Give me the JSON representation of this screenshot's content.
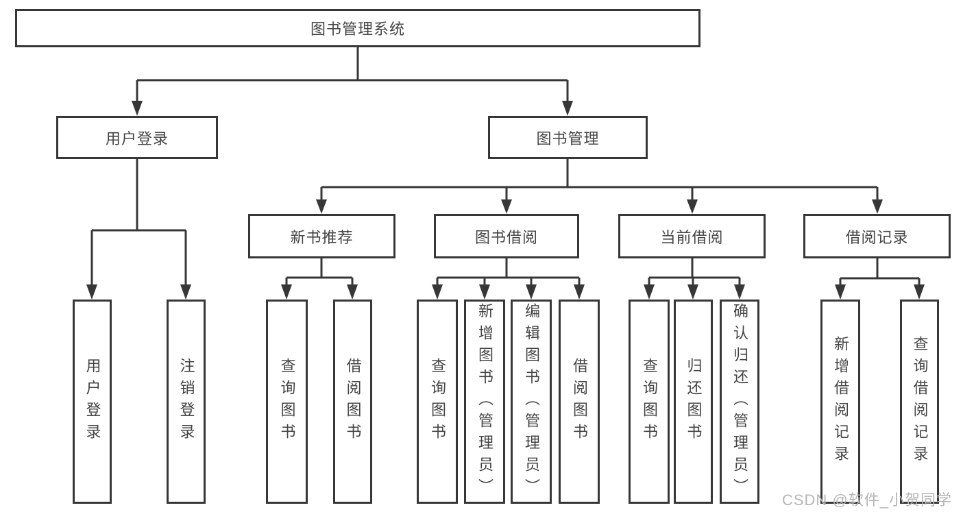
{
  "diagram": {
    "root": {
      "label": "图书管理系统"
    },
    "branches": [
      {
        "label": "用户登录",
        "children": [
          {
            "label": "用户登录"
          },
          {
            "label": "注销登录"
          }
        ]
      },
      {
        "label": "图书管理",
        "groups": [
          {
            "label": "新书推荐",
            "children": [
              {
                "label": "查询图书"
              },
              {
                "label": "借阅图书"
              }
            ]
          },
          {
            "label": "图书借阅",
            "children": [
              {
                "label": "查询图书"
              },
              {
                "label": "新增图书（管理员）"
              },
              {
                "label": "编辑图书（管理员）"
              },
              {
                "label": "借阅图书"
              }
            ]
          },
          {
            "label": "当前借阅",
            "children": [
              {
                "label": "查询图书"
              },
              {
                "label": "归还图书"
              },
              {
                "label": "确认归还（管理员）"
              }
            ]
          },
          {
            "label": "借阅记录",
            "children": [
              {
                "label": "新增借阅记录"
              },
              {
                "label": "查询借阅记录"
              }
            ]
          }
        ]
      }
    ]
  },
  "watermark": {
    "text": "CSDN @软件_小贺同学",
    "color": "#b5b5b5"
  },
  "colors": {
    "line": "#373737",
    "box_border": "#373737",
    "text": "#454545",
    "background": "#ffffff"
  }
}
